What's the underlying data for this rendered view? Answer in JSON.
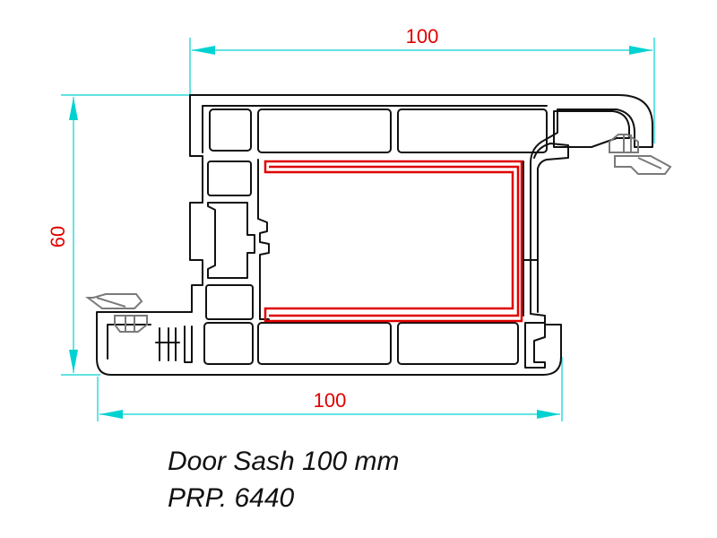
{
  "colors": {
    "dimension_line": "#00d2d2",
    "dimension_text": "#e00000",
    "profile_outline": "#111111",
    "reinforcement": "#e00000",
    "gasket": "#7a7a7a",
    "caption_text": "#111111"
  },
  "dimensions": {
    "top_width": "100",
    "bottom_width": "100",
    "height": "60"
  },
  "caption": {
    "title": "Door Sash 100 mm",
    "code": "PRP. 6440"
  }
}
